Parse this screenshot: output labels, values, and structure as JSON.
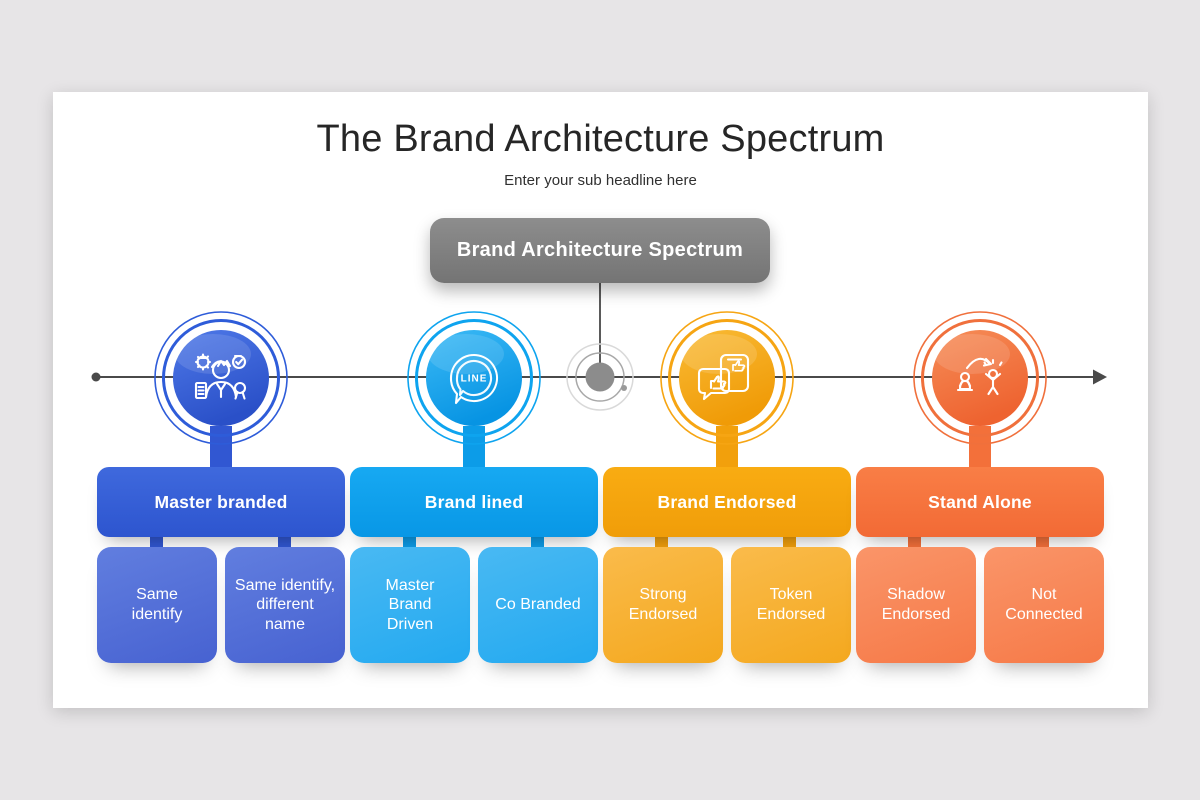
{
  "page": {
    "background": "#e7e5e7",
    "card_background": "#ffffff"
  },
  "header": {
    "title": "The Brand Architecture Spectrum",
    "subtitle": "Enter your sub headline here",
    "title_color": "#262626"
  },
  "center_label": {
    "text": "Brand Architecture Spectrum",
    "background": "#7d7d7d",
    "text_color": "#ffffff"
  },
  "timeline": {
    "line_color": "#4a4a4a",
    "hub_color": "#8c8c8c"
  },
  "groups": [
    {
      "label": "Master branded",
      "icon": "brand-person-icon",
      "accent": "#2e5cd9",
      "children": [
        "Same\nidentify",
        "Same identify,\ndifferent\nname"
      ]
    },
    {
      "label": "Brand lined",
      "icon": "line-bubble-icon",
      "icon_text": "LINE",
      "accent": "#0ea4ef",
      "children": [
        "Master\nBrand\nDriven",
        "Co Branded"
      ]
    },
    {
      "label": "Brand Endorsed",
      "icon": "thumbs-endorse-icon",
      "accent": "#f6a513",
      "children": [
        "Strong\nEndorsed",
        "Token\nEndorsed"
      ]
    },
    {
      "label": "Stand Alone",
      "icon": "standalone-person-icon",
      "accent": "#f0703c",
      "children": [
        "Shadow\nEndorsed",
        "Not\nConnected"
      ]
    }
  ]
}
